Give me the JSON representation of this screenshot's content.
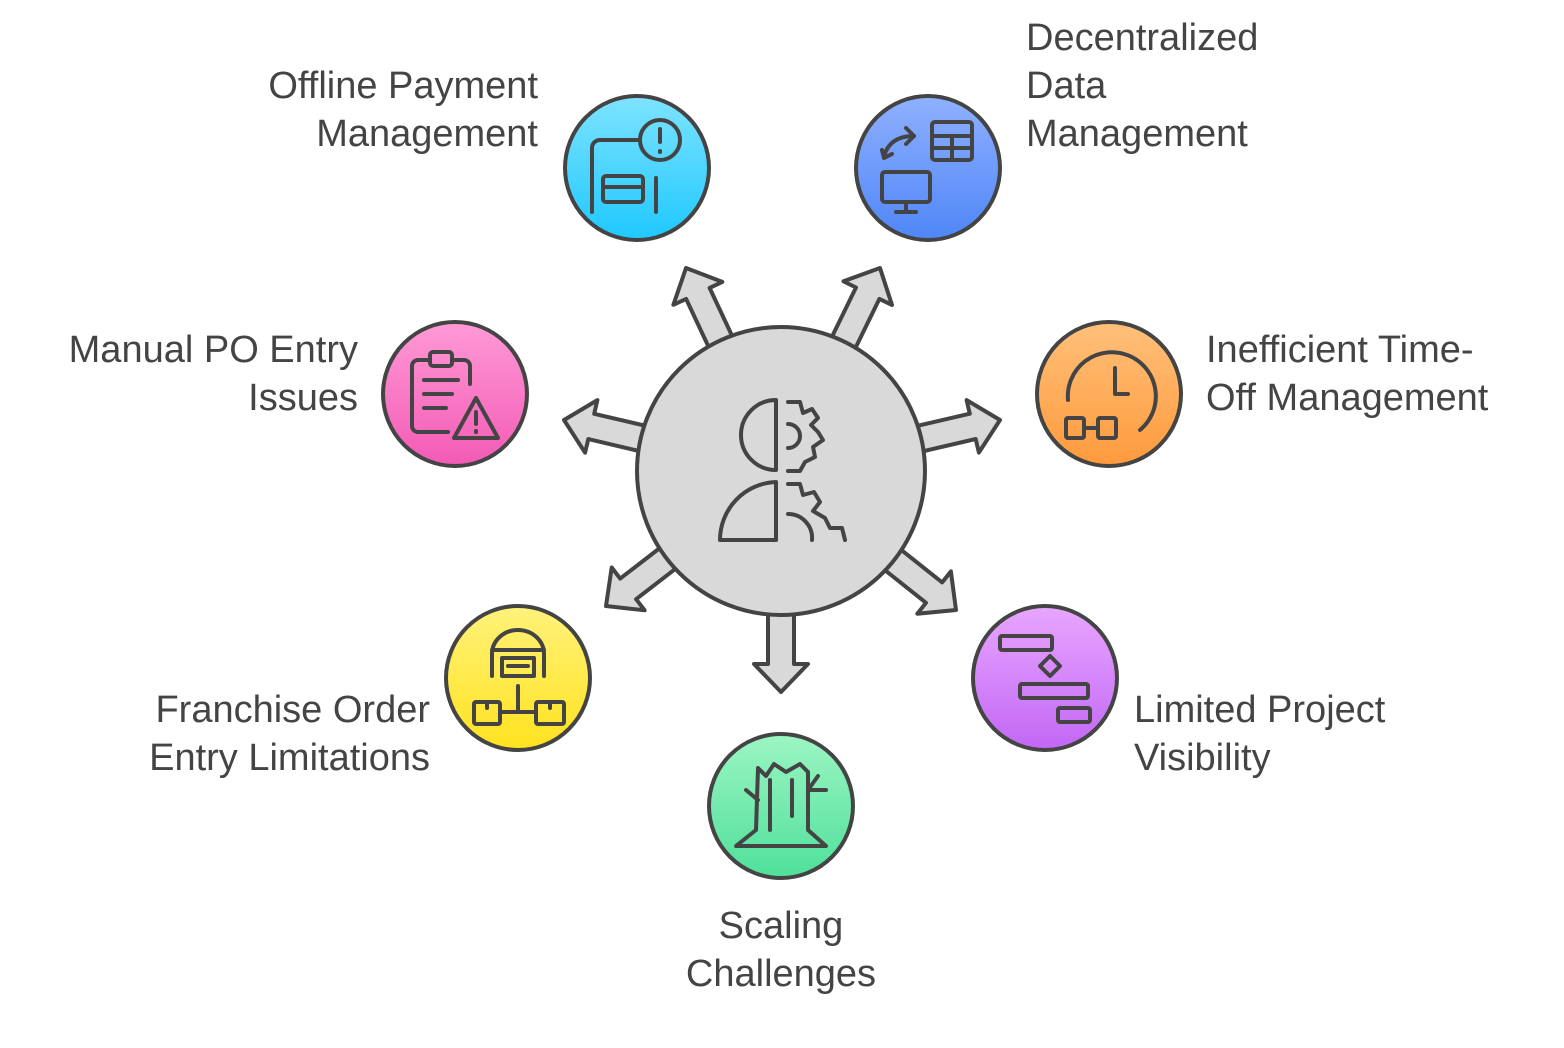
{
  "nodes": {
    "offline_payment": {
      "lines": [
        "Offline Payment",
        "Management"
      ],
      "color_top": "#7ee3ff",
      "color_bottom": "#1fc8ff",
      "icon": "card-alert-icon"
    },
    "decentralized_data": {
      "lines": [
        "Decentralized",
        "Data",
        "Management"
      ],
      "color_top": "#8fb0ff",
      "color_bottom": "#4f86f7",
      "icon": "data-sync-icon"
    },
    "manual_po": {
      "lines": [
        "Manual PO Entry",
        "Issues"
      ],
      "color_top": "#ff9ad6",
      "color_bottom": "#f35ab5",
      "icon": "clipboard-warning-icon"
    },
    "time_off": {
      "lines": [
        "Inefficient Time-",
        "Off Management"
      ],
      "color_top": "#ffc07a",
      "color_bottom": "#ff9a3c",
      "icon": "clock-icon"
    },
    "franchise_order": {
      "lines": [
        "Franchise Order",
        "Entry Limitations"
      ],
      "color_top": "#fff27a",
      "color_bottom": "#ffe21f",
      "icon": "warehouse-icon"
    },
    "project_visibility": {
      "lines": [
        "Limited Project",
        "Visibility"
      ],
      "color_top": "#e8a6ff",
      "color_bottom": "#c267f5",
      "icon": "gantt-icon"
    },
    "scaling": {
      "lines": [
        "Scaling",
        "Challenges"
      ],
      "color_top": "#9cf5c4",
      "color_bottom": "#4fe09a",
      "icon": "tree-stump-icon"
    }
  },
  "hub": {
    "color": "#d9d9d9",
    "icon": "person-gear-icon"
  },
  "stroke_color": "#444444"
}
